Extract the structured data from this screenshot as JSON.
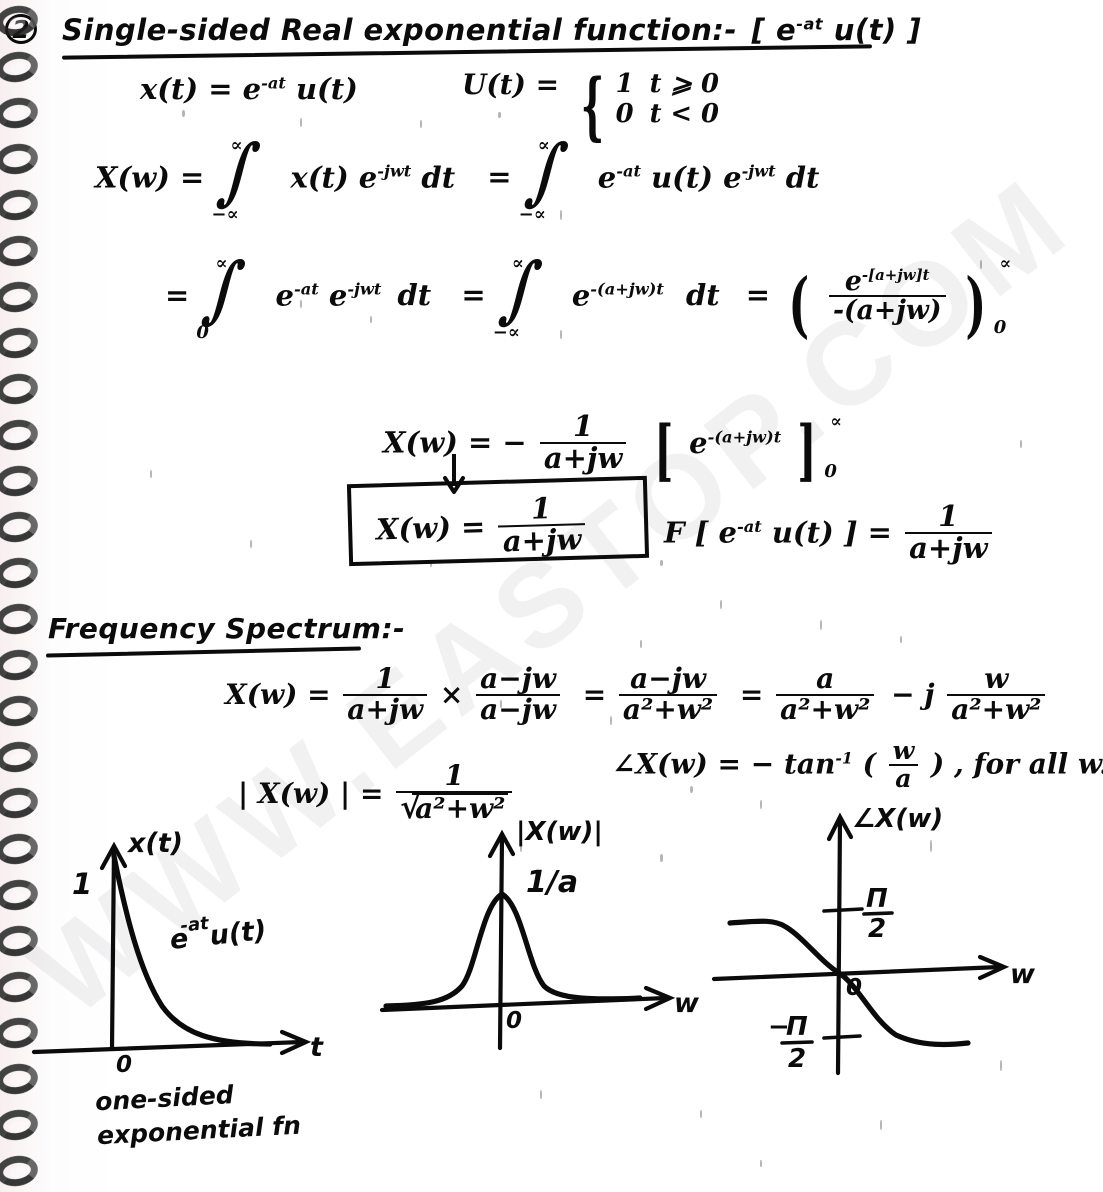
{
  "page": {
    "item_number": "2",
    "watermark": "WWW.EASTOP.COM",
    "background_color": "#fdfdfd",
    "ink_color": "#0b0b0b"
  },
  "headings": {
    "title": "Single-sided Real exponential function:-",
    "title_bracket": "[ e",
    "title_exp": "-at",
    "title_tail": "u(t) ]",
    "spectrum": "Frequency Spectrum:-"
  },
  "definition": {
    "signal_lhs": "x(t) =",
    "signal_e": "e",
    "signal_exp": "-at",
    "signal_u": "u(t)",
    "unit_lhs": "U(t) =",
    "case_one_value": "1",
    "case_one_cond": "t ⩾ 0",
    "case_two_value": "0",
    "case_two_cond": "t < 0"
  },
  "derivation": {
    "line1": {
      "lhs": "X(w)  =",
      "int_hi": "∝",
      "int_lo": "−∝",
      "body_a": "x(t) e",
      "body_a_exp": "-jwt",
      "dt": "dt",
      "eq": "=",
      "int2_hi": "∝",
      "int2_lo": "−∝",
      "body_b_e": "e",
      "body_b_exp": "-at",
      "body_b_u": "u(t) e",
      "body_b_exp2": "-jwt",
      "dt2": "dt"
    },
    "line2": {
      "eq1": "=",
      "int_hi": "∝",
      "int_lo": "0",
      "e1": "e",
      "e1_exp": "-at",
      "e2": "e",
      "e2_exp": "-jwt",
      "dt": "dt",
      "eq2": "=",
      "int2_hi": "∝",
      "int2_lo": "−∝",
      "e3": "e",
      "e3_exp": "-(a+jw)t",
      "dt2": "dt",
      "eq3": "=",
      "frac_num_e": "e",
      "frac_num_exp": "-[a+jw]t",
      "frac_den": "-(a+jw)",
      "lim_hi": "∝",
      "lim_lo": "0"
    },
    "line3": {
      "lhs": "X(w) =",
      "minus": "−",
      "frac_num": "1",
      "frac_den": "a+jw",
      "br_e": "e",
      "br_exp": "-(a+jw)t",
      "lim_hi": "∝",
      "lim_lo": "0"
    },
    "boxed": {
      "lhs": "X(w)  =",
      "frac_num": "1",
      "frac_den": "a+jw"
    },
    "transform_pair": {
      "f_open": "F [ e",
      "f_exp": "-at",
      "f_close": "u(t) ]  =",
      "frac_num": "1",
      "frac_den": "a+jw"
    }
  },
  "spectrum": {
    "rationalize": {
      "lhs": "X(w) =",
      "f1_num": "1",
      "f1_den": "a+jw",
      "times": "×",
      "f2_num": "a−jw",
      "f2_den": "a−jw",
      "eq1": "=",
      "f3_num": "a−jw",
      "f3_den": "a²+w²",
      "eq2": "=",
      "f4_num": "a",
      "f4_den": "a²+w²",
      "minus_j": "− j",
      "f5_num": "w",
      "f5_den": "a²+w²"
    },
    "magnitude": {
      "lhs": "| X(w) |  =",
      "num": "1",
      "den_radicand": "a²+w²"
    },
    "phase": {
      "lhs": "∠X(w)  =",
      "rhs": "− tan",
      "exp": "-1",
      "arg_num": "w",
      "arg_den": "a",
      "note": ", for all w."
    }
  },
  "graphs": [
    {
      "name": "time-domain",
      "y_axis_label": "x(t)",
      "x_axis_label": "t",
      "origin_label": "0",
      "peak_label": "1",
      "curve_label_e": "e",
      "curve_label_exp": "-at",
      "curve_label_u": "u(t)",
      "caption_line1": "one-sided",
      "caption_line2": "exponential fn"
    },
    {
      "name": "magnitude-spectrum",
      "y_axis_label": "|X(w)|",
      "x_axis_label": "w",
      "origin_label": "0",
      "peak_label": "1/a"
    },
    {
      "name": "phase-spectrum",
      "y_axis_label": "∠X(w)",
      "x_axis_label": "w",
      "origin_label": "0",
      "tick_pos_num": "Π",
      "tick_pos_den": "2",
      "tick_neg_sign": "−",
      "tick_neg_num": "Π",
      "tick_neg_den": "2"
    }
  ]
}
